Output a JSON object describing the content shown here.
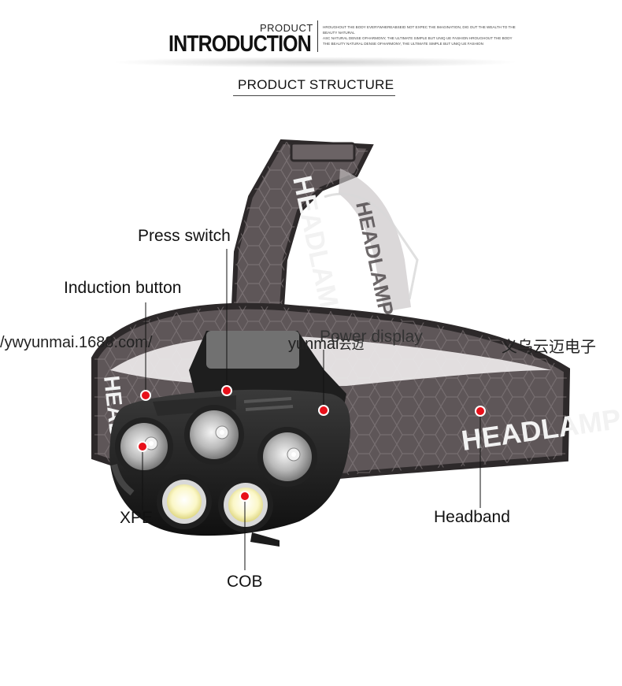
{
  "header": {
    "small_title": "PRODUCT",
    "big_title": "INTRODUCTION",
    "blurb_lines": [
      "HROUGHOUT THE BODY EVERYWHEREABSEID NOT EXPEC THE IMAGINATION, DIG OUT THE WEALTH TO THE BEAUTY NATURAL",
      "ASC NATURAL DENSE OFHARMONY, THE ULTIMATE SIMPLE BUT UNIQ UE FASHION HROUGHOUT THE BODY",
      "THE BEAUTY NATURAL DENSE OFHARMONY, THE ULTIMATE SIMPLE BUT UNIQ UE FASHION"
    ]
  },
  "section": {
    "title": "PRODUCT STRUCTURE"
  },
  "product": {
    "strap_text": "HEADLAMP"
  },
  "labels": {
    "press_switch": "Press switch",
    "induction_button": "Induction button",
    "power_display": "Power display",
    "headband": "Headband",
    "xpe": "XPE",
    "cob": "COB"
  },
  "watermarks": {
    "url": "/ywyunmai.1688.com/",
    "brand": "yunmai",
    "brand_cjk": "云迈",
    "company_cjk": "义乌云迈电子"
  },
  "colors": {
    "marker": "#e8101a",
    "body": "#1b1b1b",
    "strap": "#5e5658",
    "strap_edge": "#2d292a"
  }
}
